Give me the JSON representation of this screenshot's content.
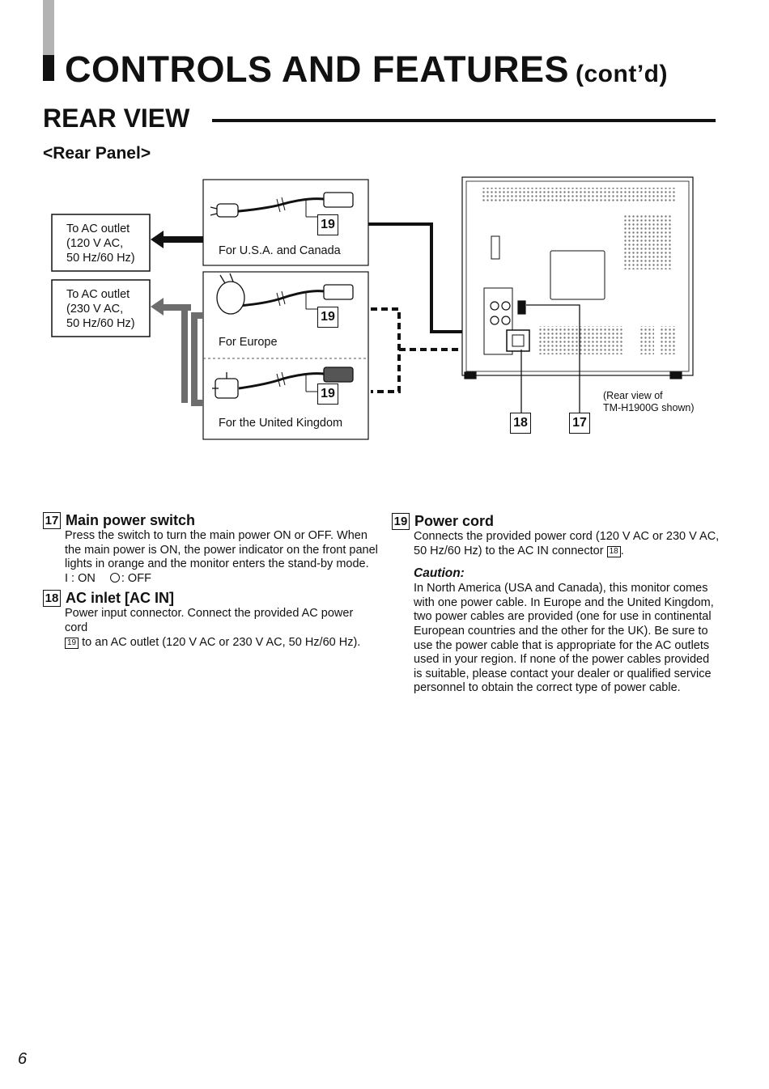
{
  "header": {
    "title": "CONTROLS AND FEATURES",
    "title_suffix": "(cont’d)"
  },
  "section": {
    "title": "REAR VIEW",
    "subtitle": "<Rear Panel>"
  },
  "diagram": {
    "outlet_120": [
      "To AC outlet",
      "(120 V AC,",
      "50 Hz/60 Hz)"
    ],
    "outlet_230": [
      "To AC outlet",
      "(230 V AC,",
      "50 Hz/60 Hz)"
    ],
    "plug_usa_label": "For U.S.A. and Canada",
    "plug_europe_label": "For Europe",
    "plug_uk_label": "For the United Kingdom",
    "cord_callout": "19",
    "inlet_callout": "18",
    "switch_callout": "17",
    "rear_view_note": [
      "(Rear view of",
      "TM-H1900G shown)"
    ]
  },
  "items": {
    "switch": {
      "number": "17",
      "title": "Main power switch",
      "lines": [
        "Press the switch to turn the main power ON or OFF. When",
        "the main power is ON, the power indicator on the front panel",
        "lights in orange and the monitor enters the stand-by mode."
      ],
      "on_text": "I : ON",
      "off_text": ": OFF"
    },
    "inlet": {
      "number": "18",
      "title": "AC inlet [AC IN]",
      "line1": "Power input connector. Connect the provided AC power cord",
      "ref": "19",
      "line2": "to an AC outlet (120 V AC or 230 V AC, 50 Hz/60 Hz)."
    },
    "cord": {
      "number": "19",
      "title": "Power cord",
      "line1": "Connects the provided power cord (120 V AC or 230 V AC,",
      "line2": "50 Hz/60 Hz) to the AC IN connector",
      "ref": "18",
      "line2_end": ".",
      "caution_title": "Caution:",
      "caution_lines": [
        "In North America (USA and Canada), this monitor comes",
        "with one power cable.  In Europe and the United Kingdom,",
        "two power cables are provided (one for use in continental",
        "European countries and the other for the UK). Be sure to",
        "use the power cable that is appropriate for the AC outlets",
        "used in your region. If none of the power cables provided",
        "is suitable, please contact your dealer or qualified service",
        "personnel to obtain the correct type of power cable."
      ]
    }
  },
  "footer": {
    "page_number": "6"
  }
}
